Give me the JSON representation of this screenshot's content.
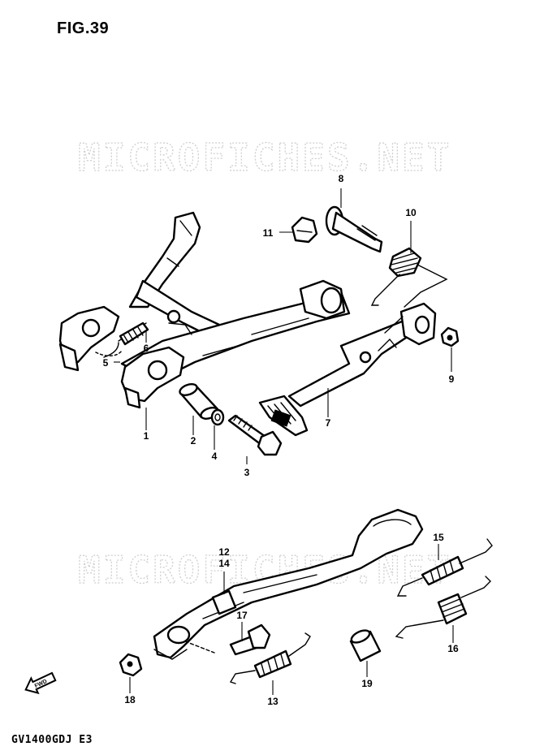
{
  "figure": {
    "title": "FIG.39",
    "model_code": "GV1400GDJ  E3",
    "watermark": "MICROFICHES.NET",
    "front_arrow_label": "FWD"
  },
  "callouts": {
    "p1": "1",
    "p2": "2",
    "p3": "3",
    "p4": "4",
    "p5": "5",
    "p6": "6",
    "p7": "7",
    "p8": "8",
    "p9": "9",
    "p10": "10",
    "p11": "11",
    "p12": "12",
    "p13": "13",
    "p14": "14",
    "p15": "15",
    "p16": "16",
    "p17": "17",
    "p18": "18",
    "p19": "19"
  },
  "icons": {
    "front_arrow": "arrow-left-icon"
  }
}
